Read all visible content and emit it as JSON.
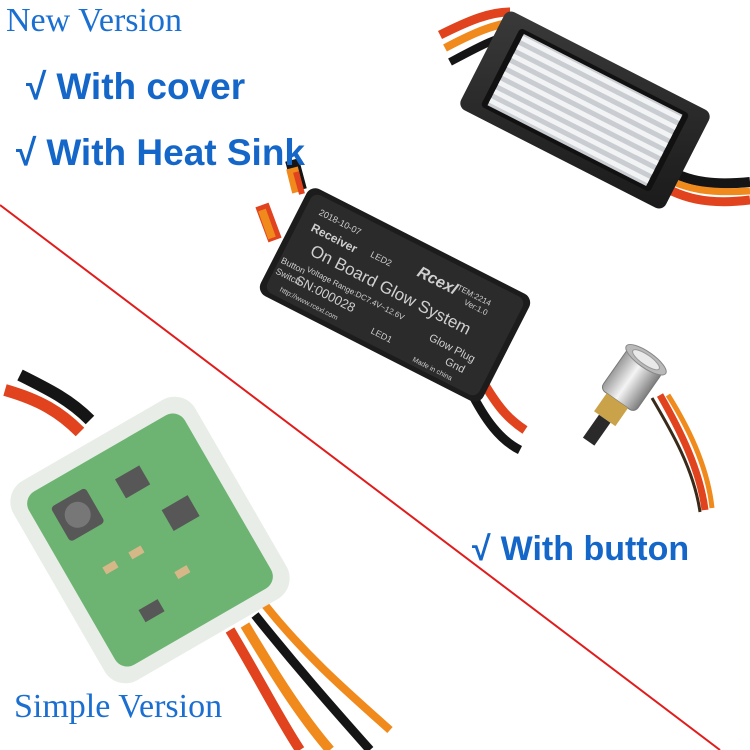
{
  "labels": {
    "new_version": "New Version",
    "with_cover": "With cover",
    "with_heat_sink": "With Heat Sink",
    "with_button": "With button",
    "simple_version": "Simple Version",
    "check_mark": "√"
  },
  "module": {
    "date": "2018-10-07",
    "receiver": "Receiver",
    "led2": "LED2",
    "led1": "LED1",
    "title": "On Board Glow System",
    "brand": "Rcexl",
    "item": "ITEM:2214",
    "ver": "Ver:1.0",
    "voltage": "Voltage Range:DC7.4V~12.6V",
    "sn": "SN:000028",
    "glow_plug": "Glow Plug",
    "gnd": "Gnd",
    "button": "Button",
    "switch": "Switch",
    "url": "http://www.rcexl.com",
    "made_in": "Made in china"
  },
  "colors": {
    "text_blue": "#1466c8",
    "divider_red": "#e11c1c",
    "case_black": "#262626",
    "heatsink_silver": "#d6d9dc",
    "pcb_green": "#3d9b43",
    "wire_orange": "#f08a1c",
    "wire_red": "#e0431e",
    "wire_black": "#151515"
  }
}
